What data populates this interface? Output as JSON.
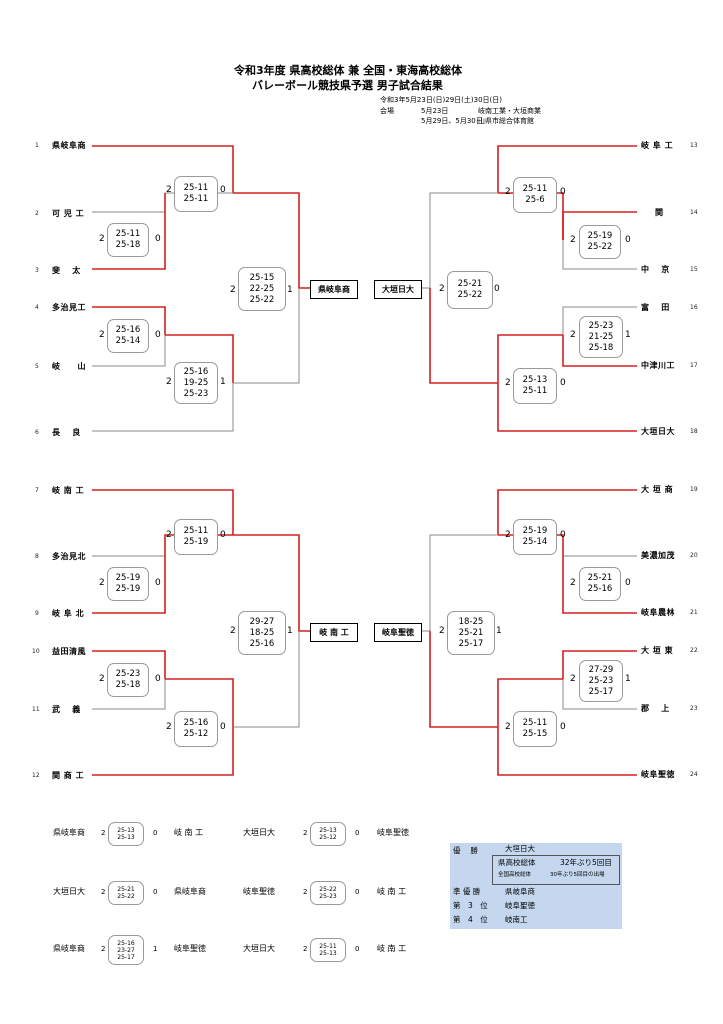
{
  "title": {
    "line1": "令和3年度 県高校総体 兼 全国・東海高校総体",
    "line2": "バレーボール競技県予選 男子試合結果"
  },
  "info": {
    "dates": "令和3年5月23日(日)29日(土)30日(日)",
    "venue_label": "会場",
    "d1": "5月23日",
    "v1": "岐南工業・大垣商業",
    "d2": "5月29日、5月30日",
    "v2": "山県市総合体育館"
  },
  "teams": [
    {
      "no": "1",
      "name": "県岐阜商"
    },
    {
      "no": "2",
      "name": "可 児 工"
    },
    {
      "no": "3",
      "name": "斐　 太"
    },
    {
      "no": "4",
      "name": "多治見工"
    },
    {
      "no": "5",
      "name": "岐　　山"
    },
    {
      "no": "6",
      "name": "長　 良"
    },
    {
      "no": "7",
      "name": "岐 南 工"
    },
    {
      "no": "8",
      "name": "多治見北"
    },
    {
      "no": "9",
      "name": "岐 阜 北"
    },
    {
      "no": "10",
      "name": "益田清風"
    },
    {
      "no": "11",
      "name": "武　 義"
    },
    {
      "no": "12",
      "name": "関 商 工"
    },
    {
      "no": "13",
      "name": "岐 阜 工"
    },
    {
      "no": "14",
      "name": "関"
    },
    {
      "no": "15",
      "name": "中　 京"
    },
    {
      "no": "16",
      "name": "富　 田"
    },
    {
      "no": "17",
      "name": "中津川工"
    },
    {
      "no": "18",
      "name": "大垣日大"
    },
    {
      "no": "19",
      "name": "大 垣 商"
    },
    {
      "no": "20",
      "name": "美濃加茂"
    },
    {
      "no": "21",
      "name": "岐阜農林"
    },
    {
      "no": "22",
      "name": "大 垣 東"
    },
    {
      "no": "23",
      "name": "郡　 上"
    },
    {
      "no": "24",
      "name": "岐阜聖徳"
    }
  ],
  "matches": [
    {
      "w": "2",
      "l": "0",
      "sets": [
        "25-11",
        "25-18"
      ]
    },
    {
      "w": "2",
      "l": "0",
      "sets": [
        "25-11",
        "25-11"
      ]
    },
    {
      "w": "2",
      "l": "0",
      "sets": [
        "25-16",
        "25-14"
      ]
    },
    {
      "w": "2",
      "l": "1",
      "sets": [
        "25-16",
        "19-25",
        "25-23"
      ]
    },
    {
      "w": "2",
      "l": "1",
      "sets": [
        "25-15",
        "22-25",
        "25-22"
      ]
    },
    {
      "w": "2",
      "l": "0",
      "sets": [
        "25-19",
        "25-22"
      ]
    },
    {
      "w": "2",
      "l": "0",
      "sets": [
        "25-11",
        "25-6"
      ]
    },
    {
      "w": "2",
      "l": "1",
      "sets": [
        "25-23",
        "21-25",
        "25-18"
      ]
    },
    {
      "w": "2",
      "l": "0",
      "sets": [
        "25-13",
        "25-11"
      ]
    },
    {
      "w": "2",
      "l": "0",
      "sets": [
        "25-21",
        "25-22"
      ]
    },
    {
      "w": "2",
      "l": "0",
      "sets": [
        "25-19",
        "25-19"
      ]
    },
    {
      "w": "2",
      "l": "0",
      "sets": [
        "25-11",
        "25-19"
      ]
    },
    {
      "w": "2",
      "l": "0",
      "sets": [
        "25-23",
        "25-18"
      ]
    },
    {
      "w": "2",
      "l": "0",
      "sets": [
        "25-16",
        "25-12"
      ]
    },
    {
      "w": "2",
      "l": "1",
      "sets": [
        "29-27",
        "18-25",
        "25-16"
      ]
    },
    {
      "w": "2",
      "l": "0",
      "sets": [
        "25-21",
        "25-16"
      ]
    },
    {
      "w": "2",
      "l": "0",
      "sets": [
        "25-19",
        "25-14"
      ]
    },
    {
      "w": "2",
      "l": "1",
      "sets": [
        "27-29",
        "25-23",
        "25-17"
      ]
    },
    {
      "w": "2",
      "l": "0",
      "sets": [
        "25-11",
        "25-15"
      ]
    },
    {
      "w": "2",
      "l": "1",
      "sets": [
        "18-25",
        "25-21",
        "25-17"
      ]
    }
  ],
  "finalists": [
    "県岐阜商",
    "大垣日大",
    "岐 南 工",
    "岐阜聖徳"
  ],
  "final_round": [
    {
      "a": "県岐阜商",
      "w": "2",
      "sets": [
        "25-13",
        "25-13"
      ],
      "l": "0",
      "b": "岐 南 工"
    },
    {
      "a": "大垣日大",
      "w": "2",
      "sets": [
        "25-13",
        "25-12"
      ],
      "l": "0",
      "b": "岐阜聖徳"
    },
    {
      "a": "大垣日大",
      "w": "2",
      "sets": [
        "25-21",
        "25-22"
      ],
      "l": "0",
      "b": "県岐阜商"
    },
    {
      "a": "岐阜聖徳",
      "w": "2",
      "sets": [
        "25-22",
        "25-23"
      ],
      "l": "0",
      "b": "岐 南 工"
    },
    {
      "a": "県岐阜商",
      "w": "2",
      "sets": [
        "25-16",
        "23-27",
        "25-17"
      ],
      "l": "1",
      "b": "岐阜聖徳"
    },
    {
      "a": "大垣日大",
      "w": "2",
      "sets": [
        "25-11",
        "25-13"
      ],
      "l": "0",
      "b": "岐 南 工"
    }
  ],
  "results": {
    "champion_label": "優　 勝",
    "champion": "大垣日大",
    "note1a": "県高校総体",
    "note1b": "32年ぶり5回目",
    "note2a": "全国高校総体",
    "note2b": "30年ぶり5回目の出場",
    "runner_label": "準 優 勝",
    "runner": "県岐阜商",
    "third_label": "第　3　位",
    "third": "岐阜聖徳",
    "fourth_label": "第　4　位",
    "fourth": "岐南工"
  },
  "colors": {
    "win": "#d42020",
    "lose": "#888888",
    "box_fill": "#c4d7ef"
  }
}
